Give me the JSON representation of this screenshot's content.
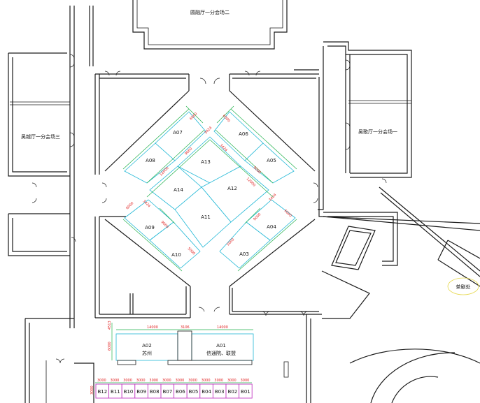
{
  "halls": {
    "top": "圆融厅一分会场二",
    "left": "吴越厅一分会场三",
    "right": "吴歌厅一分会场一",
    "tea": "茶剧处"
  },
  "booths": {
    "A01": "A01",
    "A01_sub": "信通院、联盟",
    "A02": "A02",
    "A02_sub": "苏州",
    "A03": "A03",
    "A04": "A04",
    "A05": "A05",
    "A06": "A06",
    "A07": "A07",
    "A08": "A08",
    "A09": "A09",
    "A10": "A10",
    "A11": "A11",
    "A12": "A12",
    "A13": "A13",
    "A14": "A14"
  },
  "b_row": [
    "B12",
    "B11",
    "B10",
    "B09",
    "B08",
    "B07",
    "B06",
    "B05",
    "B04",
    "B03",
    "B02",
    "B01"
  ],
  "b_dim": "3000",
  "dims": {
    "a02_width": "14000",
    "gap": "3106",
    "a01_width": "14000",
    "a_height": "6000",
    "a_top": "4513",
    "b_height": "3000",
    "d6000": "6000",
    "d3424": "3424",
    "d12000": "12000",
    "d9000": "9000",
    "d5000": "5000"
  },
  "colors": {
    "booth_stroke": "#22b8d6",
    "dimension_line": "#22b14c",
    "dimension_text": "#e02020",
    "b_booth_stroke": "#c23cc2"
  }
}
